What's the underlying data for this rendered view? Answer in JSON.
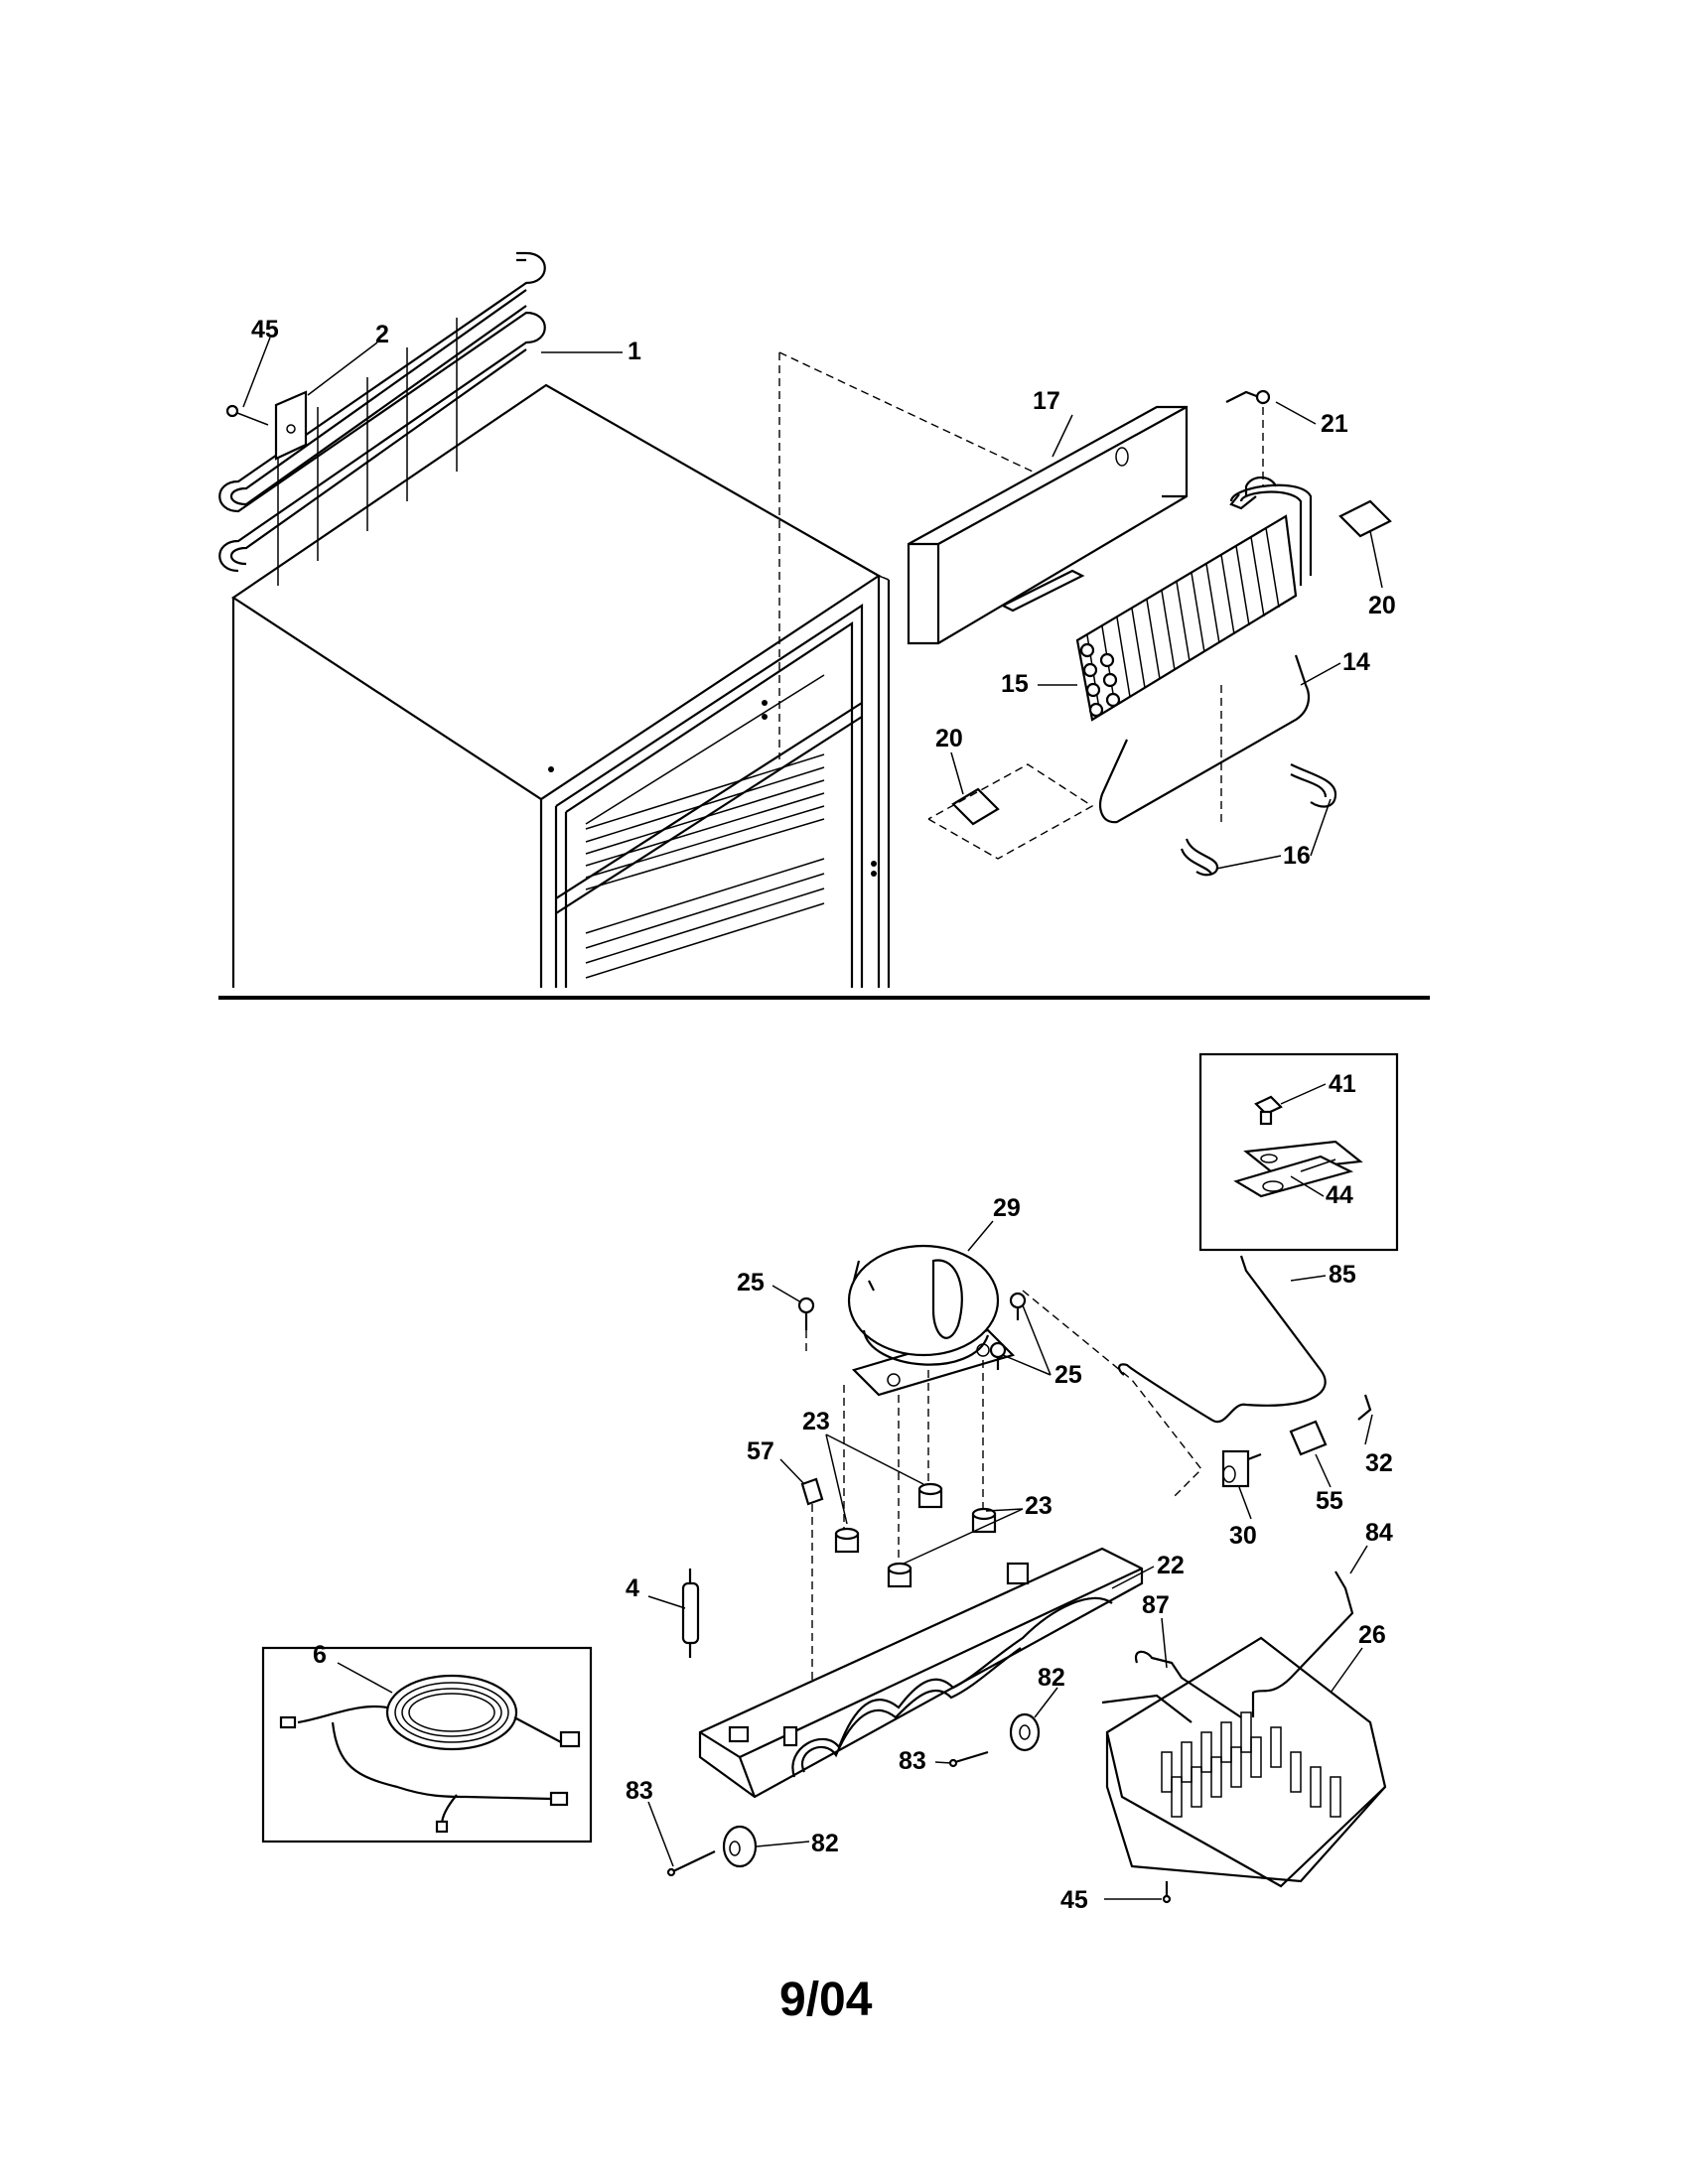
{
  "diagram": {
    "footer": "9/04",
    "callouts": [
      {
        "id": "c45a",
        "text": "45"
      },
      {
        "id": "c2",
        "text": "2"
      },
      {
        "id": "c1",
        "text": "1"
      },
      {
        "id": "c17",
        "text": "17"
      },
      {
        "id": "c21",
        "text": "21"
      },
      {
        "id": "c20a",
        "text": "20"
      },
      {
        "id": "c15",
        "text": "15"
      },
      {
        "id": "c14",
        "text": "14"
      },
      {
        "id": "c20b",
        "text": "20"
      },
      {
        "id": "c16",
        "text": "16"
      },
      {
        "id": "c41",
        "text": "41"
      },
      {
        "id": "c44",
        "text": "44"
      },
      {
        "id": "c29",
        "text": "29"
      },
      {
        "id": "c85",
        "text": "85"
      },
      {
        "id": "c25a",
        "text": "25"
      },
      {
        "id": "c25b",
        "text": "25"
      },
      {
        "id": "c23a",
        "text": "23"
      },
      {
        "id": "c57",
        "text": "57"
      },
      {
        "id": "c32",
        "text": "32"
      },
      {
        "id": "c55",
        "text": "55"
      },
      {
        "id": "c30",
        "text": "30"
      },
      {
        "id": "c23b",
        "text": "23"
      },
      {
        "id": "c4",
        "text": "4"
      },
      {
        "id": "c22",
        "text": "22"
      },
      {
        "id": "c84",
        "text": "84"
      },
      {
        "id": "c87",
        "text": "87"
      },
      {
        "id": "c26",
        "text": "26"
      },
      {
        "id": "c6",
        "text": "6"
      },
      {
        "id": "c82a",
        "text": "82"
      },
      {
        "id": "c83a",
        "text": "83"
      },
      {
        "id": "c83b",
        "text": "83"
      },
      {
        "id": "c82b",
        "text": "82"
      },
      {
        "id": "c45b",
        "text": "45"
      }
    ]
  }
}
